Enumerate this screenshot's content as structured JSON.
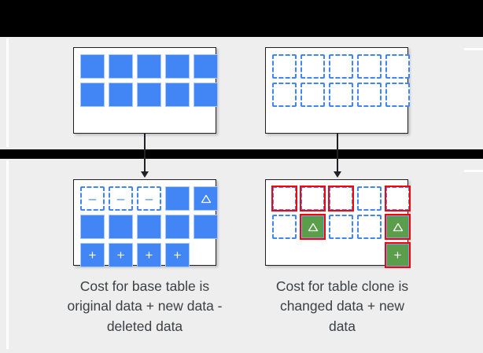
{
  "slide": {
    "background_color": "#eeeeee",
    "letterbox_color": "#000000",
    "accent_blue": "#4285f4",
    "accent_green": "#5a9e4b",
    "accent_red": "#fb0007",
    "card_border": "#202124"
  },
  "icons": {
    "minus": "–",
    "plus": "+",
    "triangle": "triangle-outline-icon"
  },
  "tables": {
    "base_original": {
      "name": "base-table-original",
      "columns": 5,
      "rows": [
        [
          {
            "state": "solid",
            "glyph": ""
          },
          {
            "state": "solid",
            "glyph": ""
          },
          {
            "state": "solid",
            "glyph": ""
          },
          {
            "state": "solid",
            "glyph": ""
          },
          {
            "state": "solid",
            "glyph": ""
          }
        ],
        [
          {
            "state": "solid",
            "glyph": ""
          },
          {
            "state": "solid",
            "glyph": ""
          },
          {
            "state": "solid",
            "glyph": ""
          },
          {
            "state": "solid",
            "glyph": ""
          },
          {
            "state": "solid",
            "glyph": ""
          }
        ]
      ]
    },
    "clone_original": {
      "name": "table-clone-original",
      "columns": 5,
      "rows": [
        [
          {
            "state": "dashed",
            "glyph": ""
          },
          {
            "state": "dashed",
            "glyph": ""
          },
          {
            "state": "dashed",
            "glyph": ""
          },
          {
            "state": "dashed",
            "glyph": ""
          },
          {
            "state": "dashed",
            "glyph": ""
          }
        ],
        [
          {
            "state": "dashed",
            "glyph": ""
          },
          {
            "state": "dashed",
            "glyph": ""
          },
          {
            "state": "dashed",
            "glyph": ""
          },
          {
            "state": "dashed",
            "glyph": ""
          },
          {
            "state": "dashed",
            "glyph": ""
          }
        ]
      ]
    },
    "base_after": {
      "name": "base-table-after",
      "columns": 5,
      "rows": [
        [
          {
            "state": "dashed",
            "glyph": "minus"
          },
          {
            "state": "dashed",
            "glyph": "minus"
          },
          {
            "state": "dashed",
            "glyph": "minus"
          },
          {
            "state": "solid",
            "glyph": ""
          },
          {
            "state": "solid",
            "glyph": "triangle"
          }
        ],
        [
          {
            "state": "solid",
            "glyph": ""
          },
          {
            "state": "solid",
            "glyph": ""
          },
          {
            "state": "solid",
            "glyph": ""
          },
          {
            "state": "solid",
            "glyph": ""
          },
          {
            "state": "solid",
            "glyph": ""
          }
        ],
        [
          {
            "state": "solid",
            "glyph": "plus"
          },
          {
            "state": "solid",
            "glyph": "plus"
          },
          {
            "state": "solid",
            "glyph": "plus"
          },
          {
            "state": "solid",
            "glyph": "plus"
          },
          {
            "state": "empty",
            "glyph": ""
          }
        ]
      ]
    },
    "clone_after": {
      "name": "table-clone-after",
      "columns": 5,
      "rows": [
        [
          {
            "state": "dashed",
            "glyph": "",
            "ring": true
          },
          {
            "state": "dashed",
            "glyph": "",
            "ring": true
          },
          {
            "state": "dashed",
            "glyph": "",
            "ring": true
          },
          {
            "state": "dashed",
            "glyph": "",
            "ring": false
          },
          {
            "state": "dashed",
            "glyph": "",
            "ring": true
          }
        ],
        [
          {
            "state": "dashed",
            "glyph": "",
            "ring": false
          },
          {
            "state": "green",
            "glyph": "triangle",
            "ring": true
          },
          {
            "state": "dashed",
            "glyph": "",
            "ring": false
          },
          {
            "state": "dashed",
            "glyph": "",
            "ring": false
          },
          {
            "state": "green",
            "glyph": "triangle",
            "ring": true
          }
        ],
        [
          {
            "state": "empty",
            "glyph": "",
            "ring": false
          },
          {
            "state": "empty",
            "glyph": "",
            "ring": false
          },
          {
            "state": "empty",
            "glyph": "",
            "ring": false
          },
          {
            "state": "empty",
            "glyph": "",
            "ring": false
          },
          {
            "state": "green",
            "glyph": "plus",
            "ring": true
          }
        ]
      ]
    }
  },
  "captions": {
    "left": "Cost for base table is original data + new data - deleted data",
    "right": "Cost for table clone is changed data + new data"
  }
}
